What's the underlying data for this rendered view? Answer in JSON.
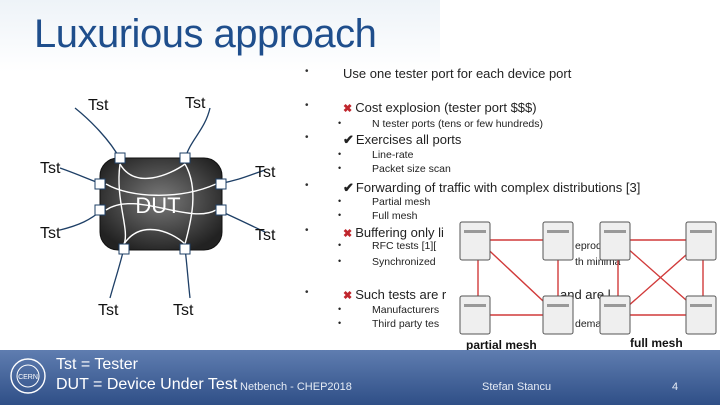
{
  "slide": {
    "title": "Luxurious approach",
    "page_number": "4"
  },
  "bullets": [
    {
      "text": "Use one tester port for each device port",
      "mark": ""
    },
    {
      "text": "Cost explosion  (tester port $$$)",
      "mark": "x"
    },
    {
      "text": "N tester ports (tens or few hundreds)",
      "mark": "",
      "sub": true
    },
    {
      "text": "Exercises all ports",
      "mark": "ok"
    },
    {
      "text": "Line-rate",
      "mark": "",
      "sub": true
    },
    {
      "text": "Packet size scan",
      "mark": "",
      "sub": true
    },
    {
      "text": "Forwarding of traffic with complex distributions [3]",
      "mark": "ok"
    },
    {
      "text": "Partial mesh",
      "mark": "",
      "sub": true
    },
    {
      "text": "Full mesh",
      "mark": "",
      "sub": true
    },
    {
      "text": "Buffering only li",
      "mark": "x"
    },
    {
      "text": "RFC tests [1][",
      "mark": "",
      "sub": true,
      "tail": "eproducible"
    },
    {
      "text": "Synchronized",
      "mark": "",
      "sub": true,
      "tail": "th minima"
    },
    {
      "text": "Such tests are r",
      "mark": "x",
      "tail": "and are l"
    },
    {
      "text": "Manufacturers",
      "mark": "",
      "sub": true
    },
    {
      "text": "Third party tes",
      "mark": "",
      "sub": true,
      "tail": "demand"
    }
  ],
  "diagram": {
    "dut_label": "DUT",
    "tester_label": "Tst",
    "testers": [
      "Tst",
      "Tst",
      "Tst",
      "Tst",
      "Tst",
      "Tst",
      "Tst",
      "Tst"
    ]
  },
  "mesh": {
    "partial_caption": "partial mesh",
    "full_caption": "full mesh"
  },
  "footer": {
    "legend_line1": "Tst = Tester",
    "legend_line2": "DUT = Device Under Test",
    "event": "Netbench - CHEP2018",
    "author": "Stefan Stancu"
  },
  "colors": {
    "title": "#1f4e8c",
    "footer_top": "#5f7db0",
    "footer_bottom": "#2f4f87",
    "cross_mark": "#c0262d"
  }
}
